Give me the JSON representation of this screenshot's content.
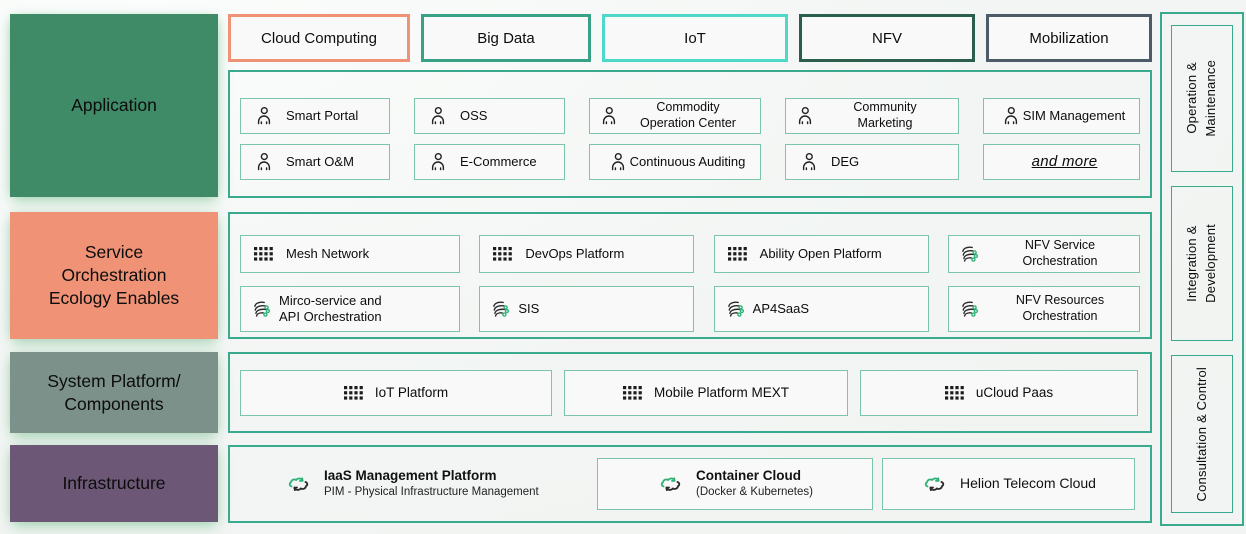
{
  "palette": {
    "page_background": "#f2f5f3",
    "container_border_teal": "#3aaa8f",
    "item_border_teal": "#7cc4ac",
    "item_background": "#f8f9f8",
    "icon_green_accent": "#2fb277",
    "layer_application": "#3f8b68",
    "layer_service_orchestration": "#ef9276",
    "layer_system_platform": "#7b9189",
    "layer_infrastructure": "#6c5876"
  },
  "layers": [
    {
      "id": "application",
      "label": "Application",
      "color": "#3f8b68"
    },
    {
      "id": "service-orchestration",
      "label": "Service\nOrchestration\nEcology Enables",
      "color": "#ef9276"
    },
    {
      "id": "system-platform",
      "label": "System Platform/\nComponents",
      "color": "#7b9189"
    },
    {
      "id": "infrastructure",
      "label": "Infrastructure",
      "color": "#6c5876"
    }
  ],
  "tabs": [
    {
      "label": "Cloud Computing",
      "border_color": "#ef9276"
    },
    {
      "label": "Big Data",
      "border_color": "#38a186"
    },
    {
      "label": "IoT",
      "border_color": "#4dd8ca"
    },
    {
      "label": "NFV",
      "border_color": "#2b5f4b"
    },
    {
      "label": "Mobilization",
      "border_color": "#4d5a68"
    }
  ],
  "application": {
    "row1": [
      "Smart Portal",
      "OSS",
      "Commodity\nOperation Center",
      "Community\nMarketing",
      "SIM Management"
    ],
    "row2": [
      "Smart O&M",
      "E-Commerce",
      "Continuous Auditing",
      "DEG",
      "and more"
    ],
    "item_icon": "user-icon"
  },
  "service_orchestration": {
    "row1": [
      {
        "icon": "grid-dots-icon",
        "label": "Mesh Network"
      },
      {
        "icon": "grid-dots-icon",
        "label": "DevOps Platform"
      },
      {
        "icon": "grid-dots-icon",
        "label": "Ability Open Platform"
      },
      {
        "icon": "service-mesh-icon",
        "label": "NFV Service\nOrchestration"
      }
    ],
    "row2": [
      {
        "icon": "service-mesh-icon",
        "label": "Mirco-service and\nAPI Orchestration"
      },
      {
        "icon": "service-mesh-icon",
        "label": "SIS"
      },
      {
        "icon": "service-mesh-icon",
        "label": "AP4SaaS"
      },
      {
        "icon": "service-mesh-icon",
        "label": "NFV Resources\nOrchestration"
      }
    ]
  },
  "system_platform": {
    "items": [
      {
        "icon": "grid-dots-icon",
        "label": "IoT Platform"
      },
      {
        "icon": "grid-dots-icon",
        "label": "Mobile Platform MEXT"
      },
      {
        "icon": "grid-dots-icon",
        "label": "uCloud Paas"
      }
    ]
  },
  "infrastructure": {
    "items": [
      {
        "icon": "cloud-sync-icon",
        "title": "IaaS Management Platform",
        "subtitle": "PIM - Physical Infrastructure Management",
        "boxed": false
      },
      {
        "icon": "cloud-sync-icon",
        "title": "Container Cloud",
        "subtitle": "(Docker & Kubernetes)",
        "boxed": true
      },
      {
        "icon": "cloud-sync-icon",
        "title": "Helion Telecom Cloud",
        "subtitle": "",
        "boxed": true
      }
    ]
  },
  "right_rail": {
    "items": [
      "Operation &\nMaintenance",
      "Integration &\nDevelopment",
      "Consultation & Control"
    ]
  }
}
